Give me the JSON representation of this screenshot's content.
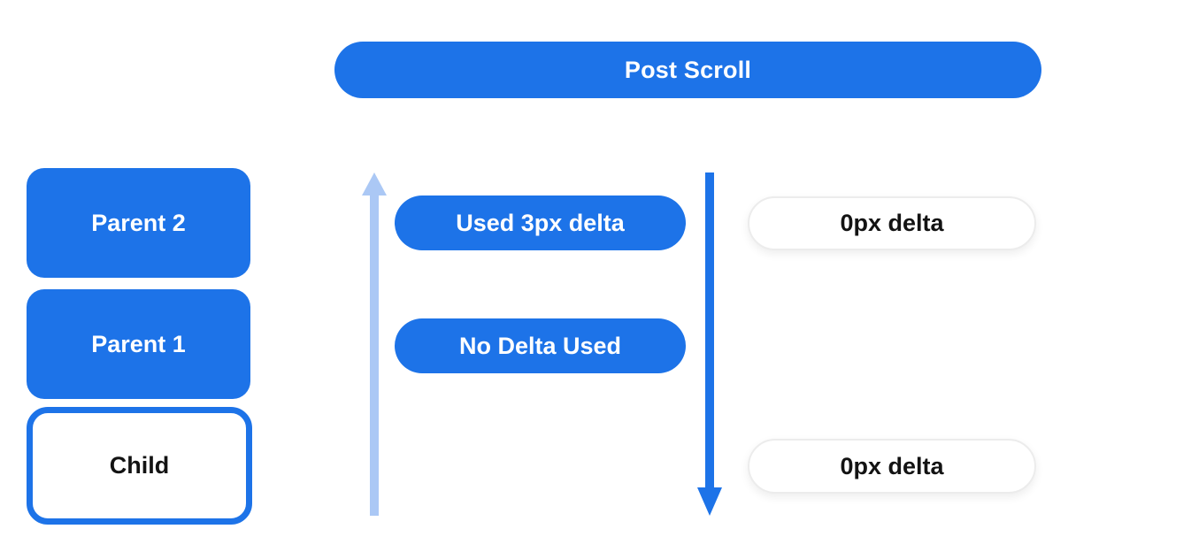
{
  "colors": {
    "primary_blue": "#1d73e8",
    "light_blue": "#abc8f5",
    "text_dark": "#131313",
    "pill_border": "#ececec",
    "bg": "#ffffff"
  },
  "banner": {
    "label": "Post Scroll"
  },
  "scroll_stack": {
    "boxes": [
      {
        "label": "Parent 2",
        "style": "filled-blue"
      },
      {
        "label": "Parent 1",
        "style": "filled-blue"
      },
      {
        "label": "Child",
        "style": "outlined-white"
      }
    ]
  },
  "delta_annotations": {
    "consumed": [
      {
        "label": "Used 3px delta"
      },
      {
        "label": "No Delta Used"
      }
    ],
    "remaining": [
      {
        "label": "0px delta"
      },
      {
        "label": "0px delta"
      }
    ]
  },
  "arrows": {
    "up": {
      "direction": "up",
      "color": "#abc8f5"
    },
    "down": {
      "direction": "down",
      "color": "#1d73e8"
    }
  }
}
